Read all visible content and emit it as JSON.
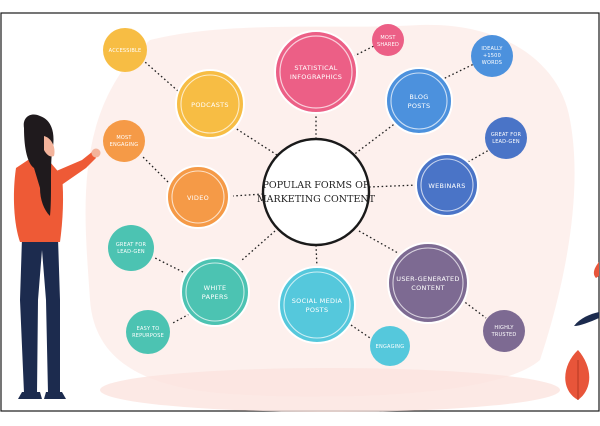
{
  "center": {
    "line1": "POPULAR FORMS OF",
    "line2": "MARKETING CONTENT"
  },
  "colors": {
    "frame": "#1a1a1a",
    "blob": "#fbe3de",
    "pink": "#ec5f86",
    "blue": "#4c91dd",
    "indigo": "#4a74c7",
    "purple": "#7d6a92",
    "cyan": "#55c8dc",
    "teal": "#4cc3b2",
    "orange": "#f59a47",
    "yellow": "#f7bd44",
    "woman_top": "#ee5a36",
    "woman_pants": "#1c2b4e",
    "woman_hair": "#1f1a1d",
    "skin": "#f3b39b",
    "leaf": "#e8553a"
  },
  "nodes": {
    "infographics": {
      "line1": "STATISTICAL",
      "line2": "INFOGRAPHICS"
    },
    "blog": {
      "line1": "BLOG",
      "line2": "POSTS"
    },
    "webinars": {
      "line1": "WEBINARS"
    },
    "ugc": {
      "line1": "USER-GENERATED",
      "line2": "CONTENT"
    },
    "social": {
      "line1": "SOCIAL MEDIA",
      "line2": "POSTS"
    },
    "whitepapers": {
      "line1": "WHITE",
      "line2": "PAPERS"
    },
    "video": {
      "line1": "VIDEO"
    },
    "podcasts": {
      "line1": "PODCASTS"
    }
  },
  "notes": {
    "most_shared": {
      "line1": "MOST",
      "line2": "SHARED"
    },
    "blog_words": {
      "line1": "IDEALLY",
      "line2": "+1500",
      "line3": "WORDS"
    },
    "webinar_lead": {
      "line1": "GREAT FOR",
      "line2": "LEAD-GEN"
    },
    "ugc_trusted": {
      "line1": "HIGHLY",
      "line2": "TRUSTED"
    },
    "social_engaging": {
      "line1": "ENGAGING"
    },
    "wp_repurpose": {
      "line1": "EASY TO",
      "line2": "REPURPOSE"
    },
    "wp_lead": {
      "line1": "GREAT FOR",
      "line2": "LEAD-GEN"
    },
    "video_engaging": {
      "line1": "MOST",
      "line2": "ENGAGING"
    },
    "podcast_accessible": {
      "line1": "ACCESSIBLE"
    }
  }
}
